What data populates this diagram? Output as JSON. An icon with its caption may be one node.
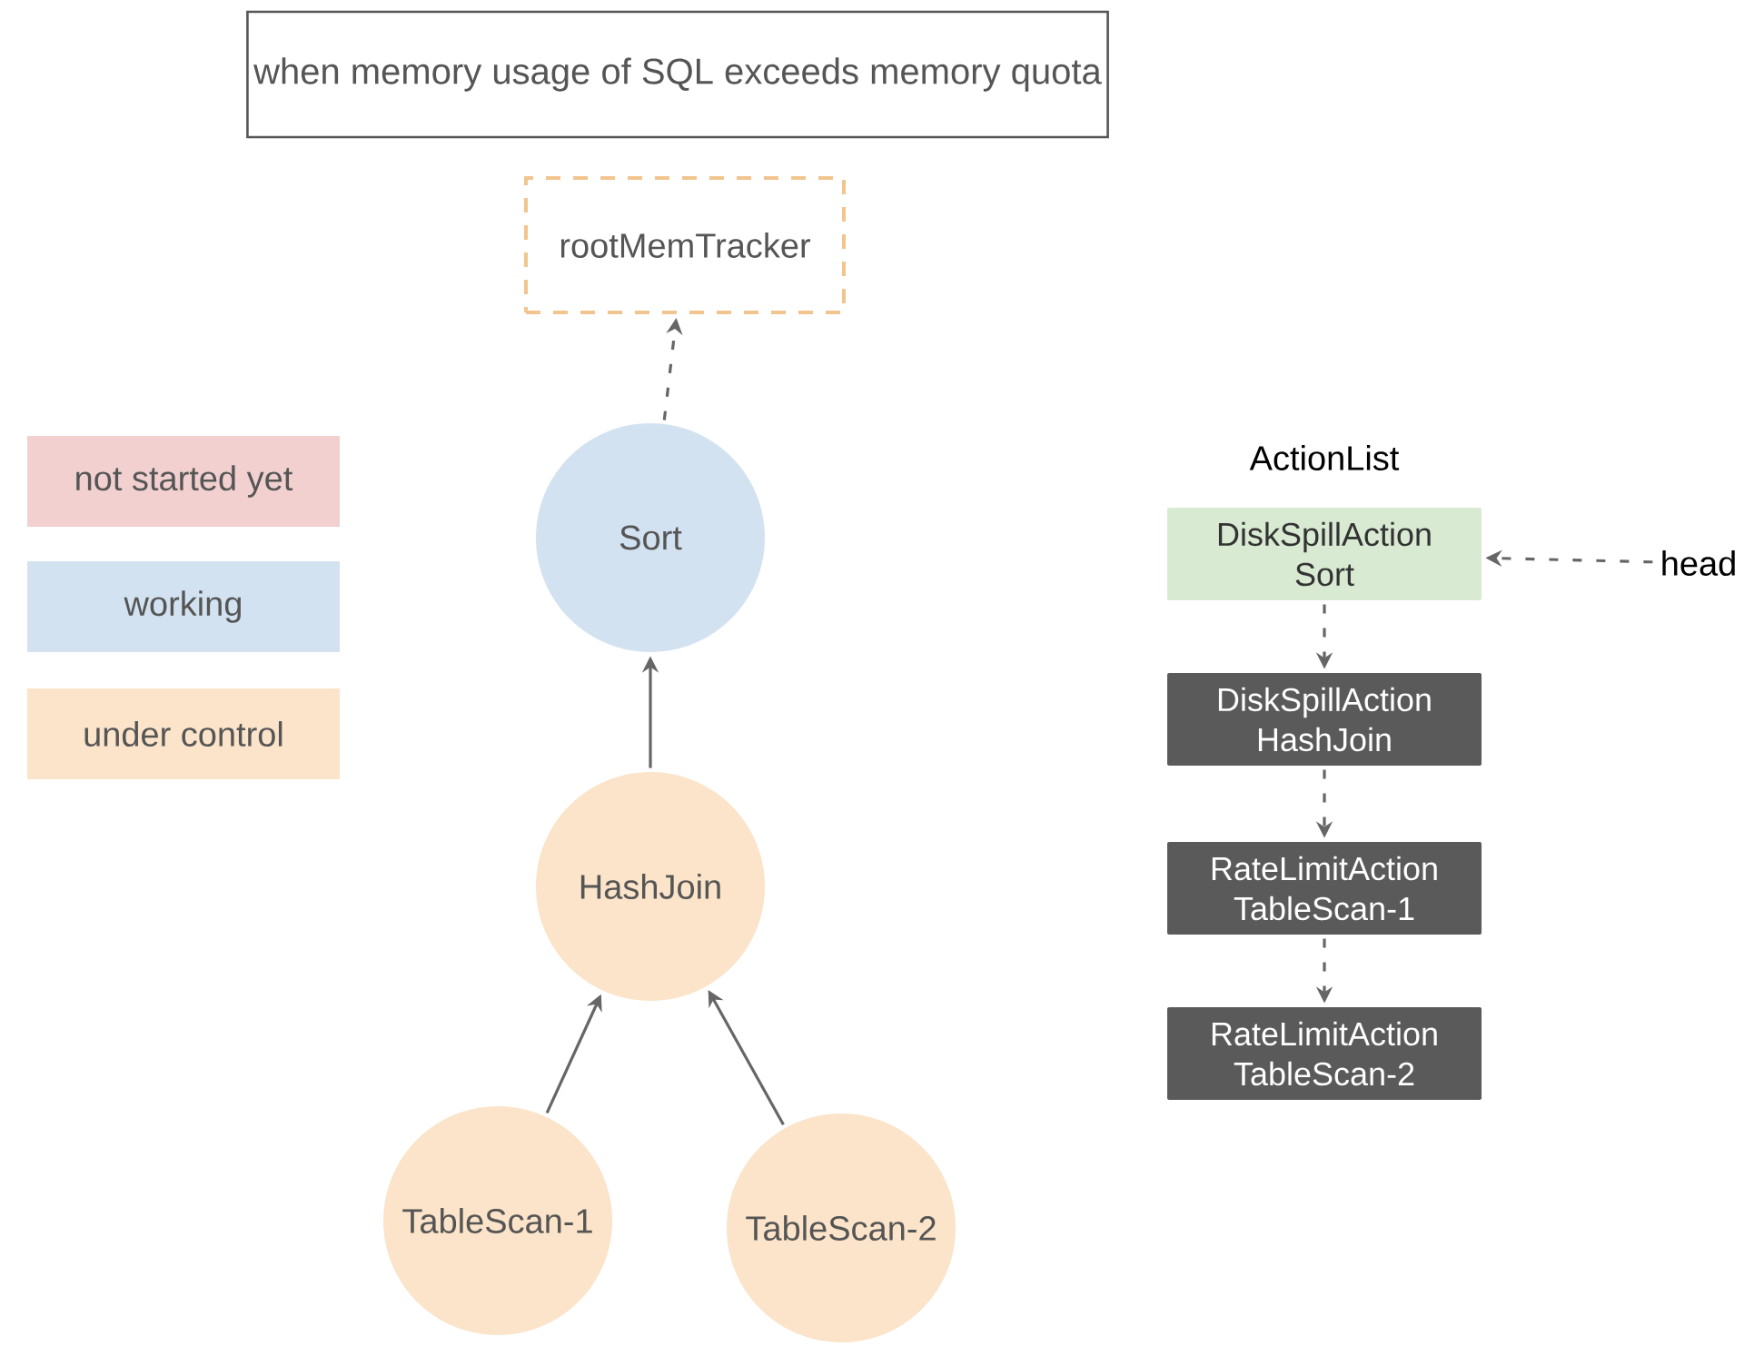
{
  "diagram": {
    "nodes": [
      {
        "text": [
          "when memory usage of SQL exceeds memory quota"
        ]
      },
      {
        "text": [
          "rootMemTracker"
        ]
      },
      {
        "text": [
          "Sort"
        ]
      },
      {
        "text": [
          "HashJoin"
        ]
      },
      {
        "text": [
          "TableScan-1"
        ]
      },
      {
        "text": [
          "TableScan-2"
        ]
      },
      {
        "text": [
          "DiskSpillAction",
          "Sort"
        ]
      },
      {
        "text": [
          "DiskSpillAction",
          "HashJoin"
        ]
      },
      {
        "text": [
          "RateLimitAction",
          "TableScan-1"
        ]
      },
      {
        "text": [
          "RateLimitAction",
          "TableScan-2"
        ]
      },
      {
        "text": [
          "head"
        ]
      }
    ],
    "edges": [
      {
        "from": 2,
        "to": 1,
        "arrow": "to",
        "style": "dashed"
      },
      {
        "from": 3,
        "to": 2,
        "arrow": "to"
      },
      {
        "from": 4,
        "to": 3,
        "arrow": "to"
      },
      {
        "from": 5,
        "to": 3,
        "arrow": "to"
      },
      {
        "from": 6,
        "to": 7,
        "arrow": "to",
        "style": "dashed"
      },
      {
        "from": 7,
        "to": 8,
        "arrow": "to",
        "style": "dashed"
      },
      {
        "from": 8,
        "to": 9,
        "arrow": "to",
        "style": "dashed"
      },
      {
        "from": 10,
        "to": 6,
        "arrow": "to",
        "style": "dashed"
      }
    ],
    "labels": [
      "ActionList"
    ],
    "legend": [
      {
        "text": "not started yet",
        "color": "#f2d0d0"
      },
      {
        "text": "working",
        "color": "#d3e2f1"
      },
      {
        "text": "under control",
        "color": "#fbe4c9"
      }
    ]
  }
}
